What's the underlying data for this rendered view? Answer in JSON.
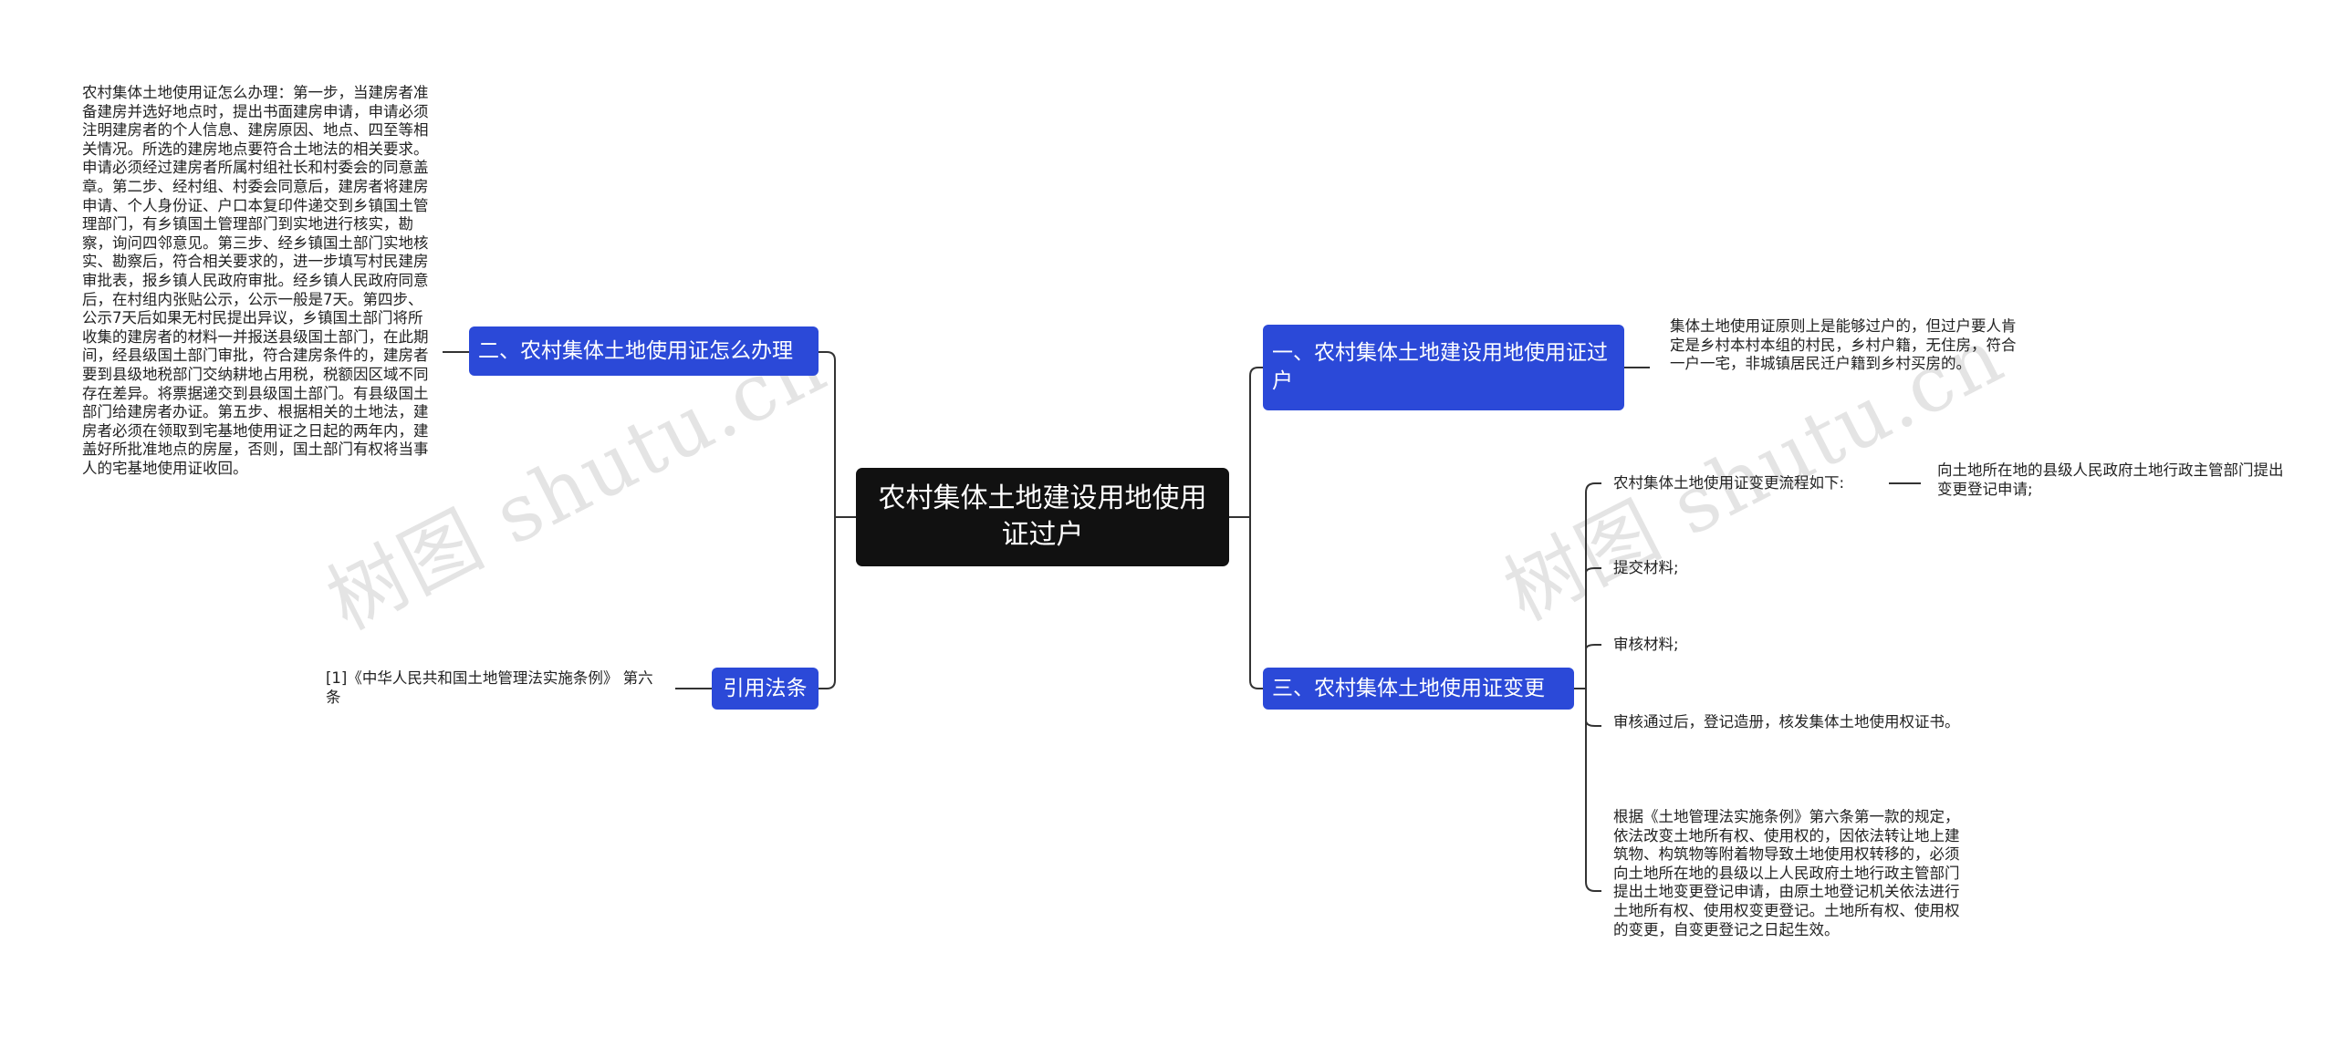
{
  "root": {
    "title": "农村集体土地建设用地使用证过户"
  },
  "branches": {
    "right_1": {
      "label": "一、农村集体土地建设用地使用证过户",
      "text": "集体土地使用证原则上是能够过户的，但过户要人肯定是乡村本村本组的村民，乡村户籍，无住房，符合一户一宅，非城镇居民迁户籍到乡村买房的。"
    },
    "right_3": {
      "label": "三、农村集体土地使用证变更",
      "items": [
        {
          "text": "农村集体土地使用证变更流程如下:",
          "sub": "向土地所在地的县级人民政府土地行政主管部门提出变更登记申请;"
        },
        {
          "text": "提交材料;"
        },
        {
          "text": "审核材料;"
        },
        {
          "text": "审核通过后，登记造册，核发集体土地使用权证书。"
        },
        {
          "text": "根据《土地管理法实施条例》第六条第一款的规定，依法改变土地所有权、使用权的，因依法转让地上建筑物、构筑物等附着物导致土地使用权转移的，必须向土地所在地的县级以上人民政府土地行政主管部门提出土地变更登记申请，由原土地登记机关依法进行土地所有权、使用权变更登记。土地所有权、使用权的变更，自变更登记之日起生效。"
        }
      ]
    },
    "left_2": {
      "label": "二、农村集体土地使用证怎么办理",
      "text": "农村集体土地使用证怎么办理：第一步，当建房者准备建房并选好地点时，提出书面建房申请，申请必须注明建房者的个人信息、建房原因、地点、四至等相关情况。所选的建房地点要符合土地法的相关要求。申请必须经过建房者所属村组社长和村委会的同意盖章。第二步、经村组、村委会同意后，建房者将建房申请、个人身份证、户口本复印件递交到乡镇国土管理部门，有乡镇国土管理部门到实地进行核实，勘察，询问四邻意见。第三步、经乡镇国土部门实地核实、勘察后，符合相关要求的，进一步填写村民建房审批表，报乡镇人民政府审批。经乡镇人民政府同意后，在村组内张贴公示，公示一般是7天。第四步、公示7天后如果无村民提出异议，乡镇国土部门将所收集的建房者的材料一并报送县级国土部门，在此期间，经县级国土部门审批，符合建房条件的，建房者要到县级地税部门交纳耕地占用税，税额因区域不同存在差异。将票据递交到县级国土部门。有县级国土部门给建房者办证。第五步、根据相关的土地法，建房者必须在领取到宅基地使用证之日起的两年内，建盖好所批准地点的房屋，否则，国土部门有权将当事人的宅基地使用证收回。"
    },
    "left_cite": {
      "label": "引用法条",
      "text": "[1]《中华人民共和国土地管理法实施条例》 第六条"
    }
  },
  "watermark": {
    "text": "树图 shutu.cn"
  },
  "colors": {
    "branch": "#2b49d8",
    "root": "#111111",
    "line": "#333333"
  }
}
